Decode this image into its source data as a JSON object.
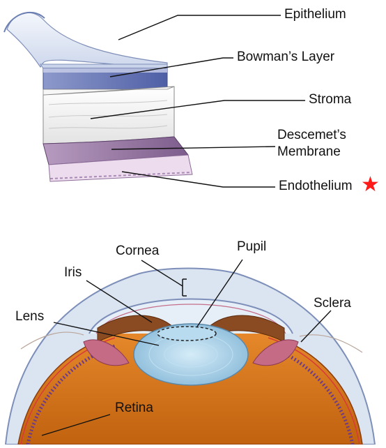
{
  "cornea_layers": {
    "labels": [
      {
        "key": "epithelium",
        "text": "Epithelium"
      },
      {
        "key": "bowmans_layer",
        "text": "Bowman’s Layer"
      },
      {
        "key": "stroma",
        "text": "Stroma"
      },
      {
        "key": "descemets_membrane_line1",
        "text": "Descemet’s"
      },
      {
        "key": "descemets_membrane_line2",
        "text": "Membrane"
      },
      {
        "key": "endothelium",
        "text": "Endothelium"
      }
    ],
    "highlight": {
      "target": "Endothelium",
      "icon": "star-icon",
      "color": "#ff1a1a"
    }
  },
  "eye_anatomy": {
    "labels": [
      {
        "key": "cornea",
        "text": "Cornea"
      },
      {
        "key": "pupil",
        "text": "Pupil"
      },
      {
        "key": "iris",
        "text": "Iris"
      },
      {
        "key": "sclera",
        "text": "Sclera"
      },
      {
        "key": "lens",
        "text": "Lens"
      },
      {
        "key": "retina",
        "text": "Retina"
      }
    ]
  },
  "colors": {
    "epithelium": "#dfe6f3",
    "bowmans": "#5f6fb0",
    "stroma": "#eeeeee",
    "descemets": "#9c7aa6",
    "endothelium": "#e8d6ea",
    "iris_brown": "#8a4a22",
    "lens_blue": "#a9cfe6",
    "eyeball_orange": "#d9771e",
    "sclera_edge": "#c4d2e6"
  }
}
